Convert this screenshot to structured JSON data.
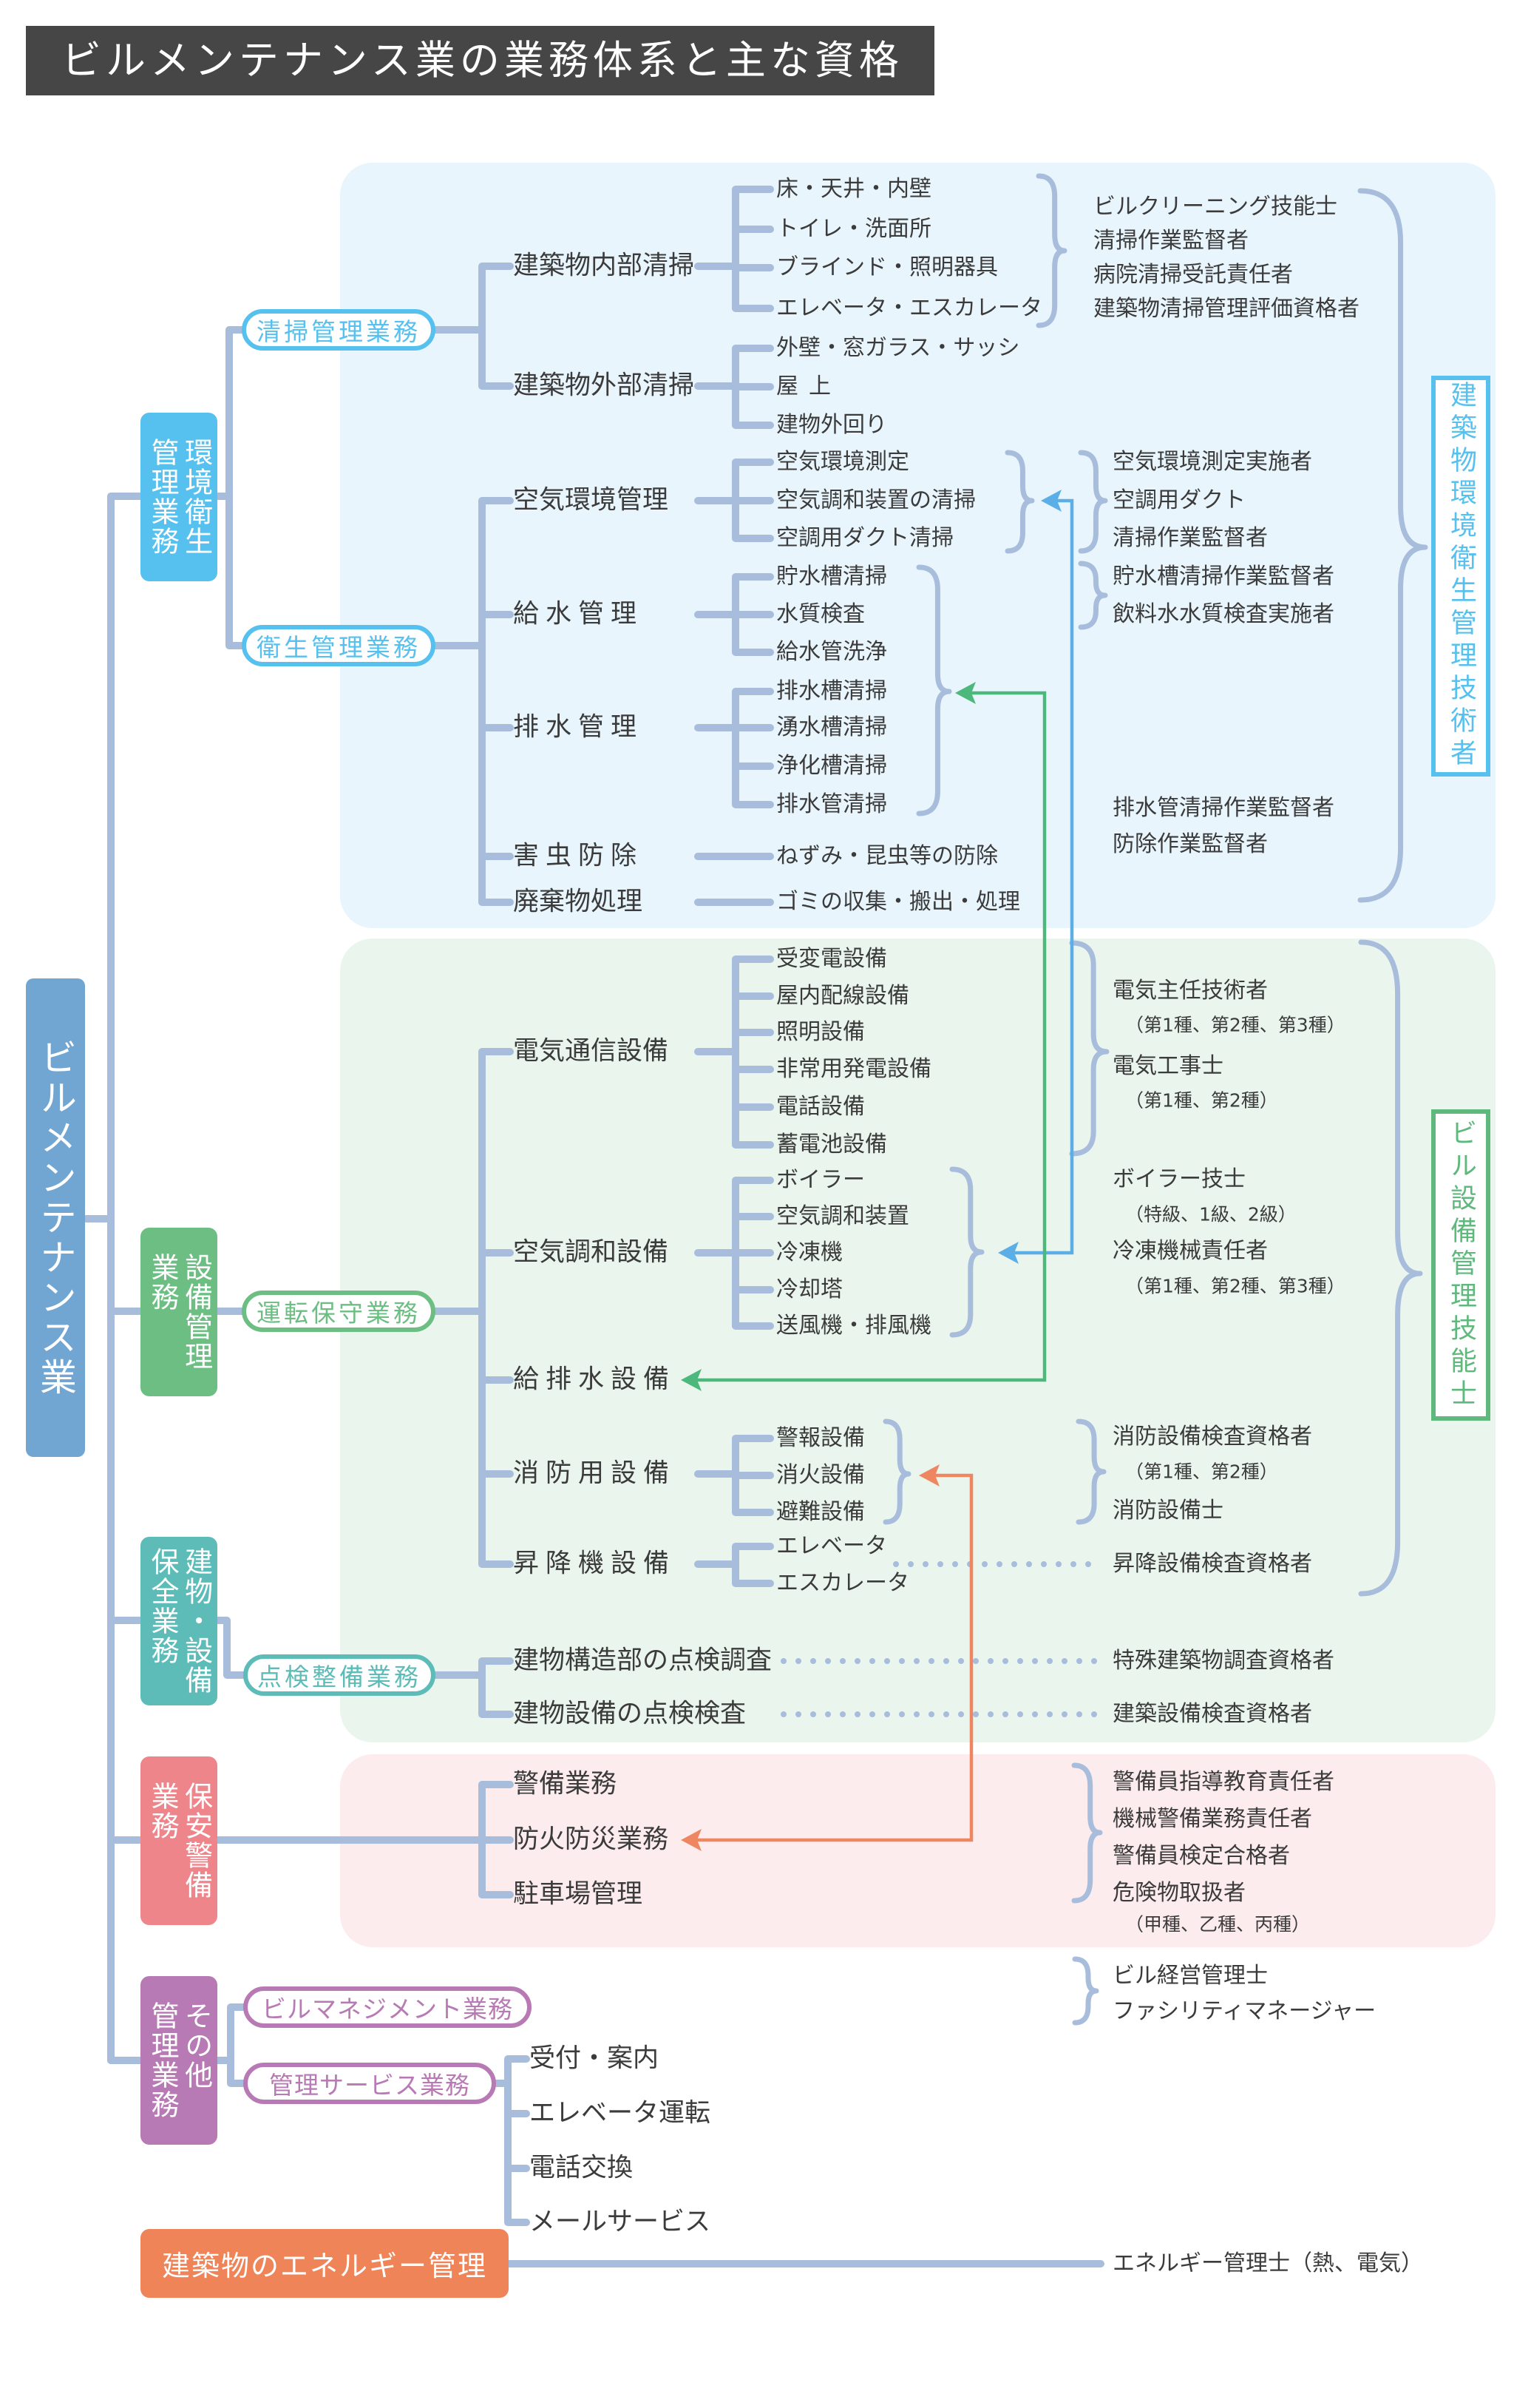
{
  "title": "ビルメンテナンス業の業務体系と主な資格",
  "root_label": "ビルメンテナンス業",
  "categories": [
    {
      "label_lines": [
        "環境衛生",
        "管理業務"
      ],
      "color": "#56c0ee",
      "services": [
        {
          "label": "清掃管理業務",
          "tasks": [
            {
              "label": "建築物内部清掃",
              "items": [
                "床・天井・内壁",
                "トイレ・洗面所",
                "ブラインド・照明器具",
                "エレベータ・エスカレータ"
              ]
            },
            {
              "label": "建築物外部清掃",
              "items": [
                "外壁・窓ガラス・サッシ",
                "屋上",
                "建物外回り"
              ]
            }
          ]
        },
        {
          "label": "衛生管理業務",
          "tasks": [
            {
              "label": "空気環境管理",
              "items": [
                "空気環境測定",
                "空気調和装置の清掃",
                "空調用ダクト清掃"
              ]
            },
            {
              "label": "給水管理",
              "items": [
                "貯水槽清掃",
                "水質検査",
                "給水管洗浄"
              ]
            },
            {
              "label": "排水管理",
              "items": [
                "排水槽清掃",
                "湧水槽清掃",
                "浄化槽清掃",
                "排水管清掃"
              ]
            },
            {
              "label": "害虫防除",
              "items": [
                "ねずみ・昆虫等の防除"
              ]
            },
            {
              "label": "廃棄物処理",
              "items": [
                "ゴミの収集・搬出・処理"
              ]
            }
          ]
        }
      ]
    },
    {
      "label_lines": [
        "設備管理",
        "業務"
      ],
      "color": "#6cbe83",
      "services": [
        {
          "label": "運転保守業務",
          "tasks": [
            {
              "label": "電気通信設備",
              "items": [
                "受変電設備",
                "屋内配線設備",
                "照明設備",
                "非常用発電設備",
                "電話設備",
                "蓄電池設備"
              ]
            },
            {
              "label": "空気調和設備",
              "items": [
                "ボイラー",
                "空気調和装置",
                "冷凍機",
                "冷却塔",
                "送風機・排風機"
              ]
            },
            {
              "label": "給排水設備",
              "items": []
            },
            {
              "label": "消防用設備",
              "items": [
                "警報設備",
                "消火設備",
                "避難設備"
              ]
            },
            {
              "label": "昇降機設備",
              "items": [
                "エレベータ",
                "エスカレータ"
              ]
            }
          ]
        }
      ]
    },
    {
      "label_lines": [
        "建物・設備",
        "保全業務"
      ],
      "color": "#5dbcb8",
      "services": [
        {
          "label": "点検整備業務",
          "tasks": [
            {
              "label": "建物構造部の点検調査",
              "items": []
            },
            {
              "label": "建物設備の点検検査",
              "items": []
            }
          ]
        }
      ]
    },
    {
      "label_lines": [
        "保安警備",
        "業務"
      ],
      "color": "#ee858b",
      "tasks": [
        {
          "label": "警備業務"
        },
        {
          "label": "防火防災業務"
        },
        {
          "label": "駐車場管理"
        }
      ]
    },
    {
      "label_lines": [
        "その他",
        "管理業務"
      ],
      "color": "#b87ab4",
      "services": [
        {
          "label": "ビルマネジメント業務",
          "tasks": []
        },
        {
          "label": "管理サービス業務",
          "tasks": [
            {
              "label": "受付・案内"
            },
            {
              "label": "エレベータ運転"
            },
            {
              "label": "電話交換"
            },
            {
              "label": "メールサービス"
            }
          ]
        }
      ]
    },
    {
      "label_lines": [
        "建築物のエネルギー管理"
      ],
      "color": "#ef8459"
    }
  ],
  "qualifications": {
    "cleaning": [
      {
        "name": "ビルクリーニング技能士"
      },
      {
        "name": "清掃作業監督者"
      },
      {
        "name": "病院清掃受託責任者"
      },
      {
        "name": "建築物清掃管理評価資格者"
      }
    ],
    "air_environment": [
      {
        "name": "空気環境測定実施者"
      },
      {
        "name": "空調用ダクト"
      },
      {
        "name": "清掃作業監督者"
      }
    ],
    "water_supply": [
      {
        "name": "貯水槽清掃作業監督者"
      },
      {
        "name": "飲料水水質検査実施者"
      }
    ],
    "drainage_pest": [
      {
        "name": "排水管清掃作業監督者"
      },
      {
        "name": "防除作業監督者"
      }
    ],
    "electrical": [
      {
        "name": "電気主任技術者",
        "grades": "（第1種、第2種、第3種）"
      },
      {
        "name": "電気工事士",
        "grades": "（第1種、第2種）"
      }
    ],
    "hvac": [
      {
        "name": "ボイラー技士",
        "grades": "（特級、1級、2級）"
      },
      {
        "name": "冷凍機械責任者",
        "grades": "（第1種、第2種、第3種）"
      }
    ],
    "fire": [
      {
        "name": "消防設備検査資格者",
        "grades": "（第1種、第2種）"
      },
      {
        "name": "消防設備士"
      }
    ],
    "elevator": [
      {
        "name": "昇降設備検査資格者"
      }
    ],
    "inspection": [
      {
        "name": "特殊建築物調査資格者"
      },
      {
        "name": "建築設備検査資格者"
      }
    ],
    "security": [
      {
        "name": "警備員指導教育責任者"
      },
      {
        "name": "機械警備業務責任者"
      },
      {
        "name": "警備員検定合格者"
      },
      {
        "name": "危険物取扱者",
        "grades": "（甲種、乙種、丙種）"
      }
    ],
    "management": [
      {
        "name": "ビル経営管理士"
      },
      {
        "name": "ファシリティマネージャー"
      }
    ],
    "energy": [
      {
        "name": "エネルギー管理士（熱、電気）"
      }
    ]
  },
  "umbrella_qualifications": [
    {
      "label": "建築物環境衛生管理技術者",
      "color": "#56c0ee"
    },
    {
      "label": "ビル設備管理技能士",
      "color": "#5fb87c"
    }
  ],
  "arrows": [
    {
      "from": "空気調和設備",
      "to": "空気環境管理の清掃",
      "color": "#5caee6"
    },
    {
      "from": "給排水設備",
      "to": "給水管理・排水管理",
      "color": "#4cb87c"
    },
    {
      "from": "消防用設備",
      "to": "防火防災業務",
      "color": "#ee8761"
    }
  ],
  "colors": {
    "title_bg": "#464646",
    "root": "#72a6d2",
    "connector": "#a7bddb",
    "panel_hygiene": "#e8f5fd",
    "panel_facility": "#eaf5ed",
    "panel_security": "#fdecee"
  }
}
